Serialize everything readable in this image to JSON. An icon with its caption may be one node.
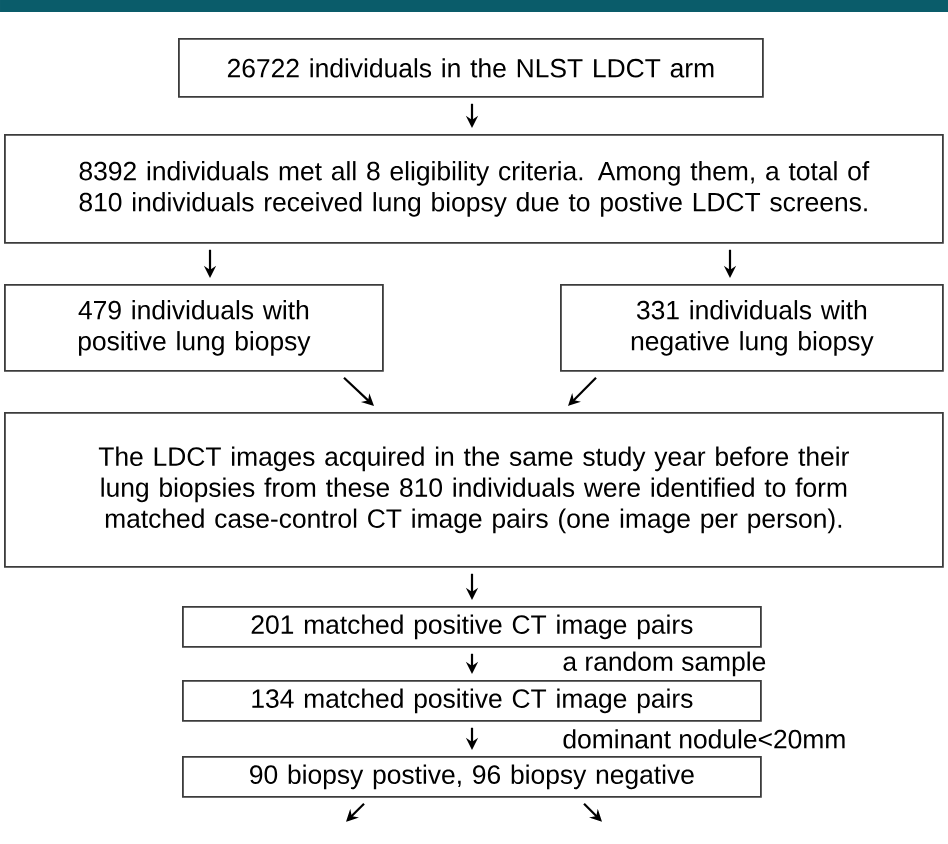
{
  "diagram": {
    "nodes": [
      {
        "text": [
          "26722 individuals in the NLST LDCT arm"
        ]
      },
      {
        "text": [
          "8392 individuals met all 8 eligibility criteria. Among them, a total of 810 individuals received lung biopsy due to postive LDCT screens."
        ]
      },
      {
        "text": [
          "479 individuals with positive lung biopsy"
        ]
      },
      {
        "text": [
          "331 individuals with negative lung biopsy"
        ]
      },
      {
        "text": [
          "The LDCT images acquired in the same study year before their lung biopsies from these 810 individuals were identified to form matched case-control CT image pairs (one image per person)."
        ]
      },
      {
        "text": [
          "201 matched positive CT image pairs"
        ]
      },
      {
        "text": [
          "134 matched positive CT image pairs"
        ]
      },
      {
        "text": [
          "90 biopsy postive, 96 biopsy negative"
        ]
      }
    ],
    "edges": [
      {
        "from": 0,
        "to": 1,
        "arrow": "to"
      },
      {
        "from": 1,
        "to": 2,
        "arrow": "to"
      },
      {
        "from": 1,
        "to": 3,
        "arrow": "to"
      },
      {
        "from": 2,
        "to": 4,
        "arrow": "to"
      },
      {
        "from": 3,
        "to": 4,
        "arrow": "to"
      },
      {
        "from": 4,
        "to": 5,
        "arrow": "to"
      },
      {
        "from": 5,
        "to": 6,
        "arrow": "to",
        "label": "a random sample"
      },
      {
        "from": 6,
        "to": 7,
        "arrow": "to",
        "label": "dominant nodule<20mm"
      },
      {
        "from": 7,
        "to": null,
        "arrow": "to"
      },
      {
        "from": 7,
        "to": null,
        "arrow": "to"
      }
    ]
  }
}
